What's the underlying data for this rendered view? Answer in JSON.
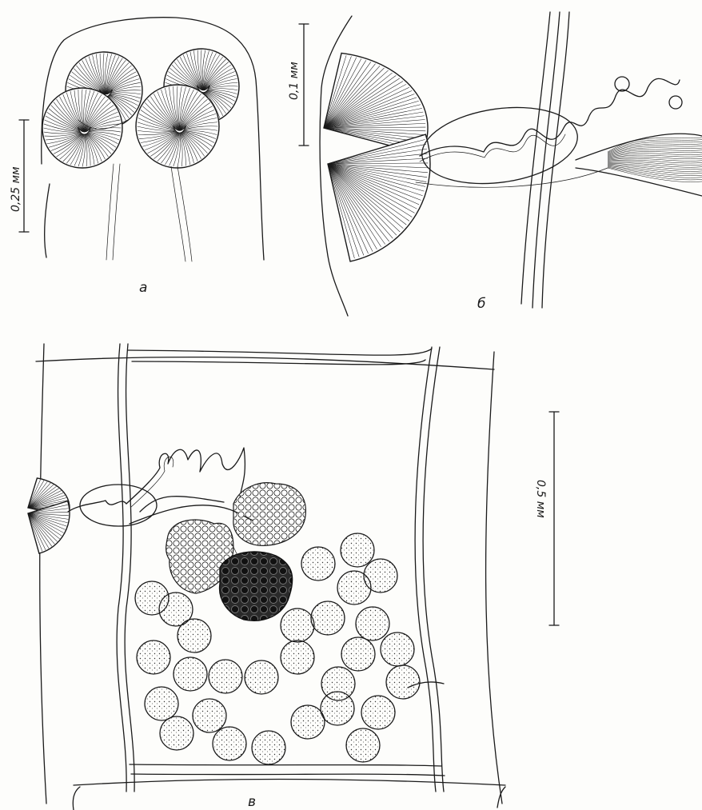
{
  "panels": {
    "a": {
      "label": "а",
      "scale_label": "0,25 мм"
    },
    "b": {
      "label": "б",
      "scale_label": "0,1 мм"
    },
    "c": {
      "label": "в",
      "scale_label": "0,5 мм"
    }
  },
  "colors": {
    "ink": "#1a1a1a",
    "paper": "#fdfdfb",
    "egg_fill": "#f4f4f0",
    "dark_gland": "#2a2a2a"
  }
}
